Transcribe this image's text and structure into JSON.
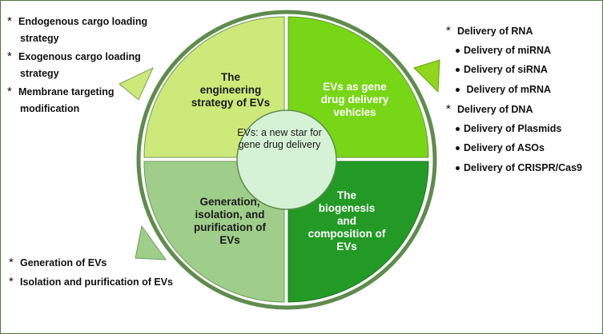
{
  "colors": {
    "ring": "#5f8c4e",
    "quad_tl": "#cde97a",
    "quad_tr": "#77d616",
    "quad_bl": "#9fcd8a",
    "quad_br": "#239a26",
    "center": "#d6f2d6",
    "arrow_tl": "#cde97a",
    "arrow_tr": "#8fd61c",
    "arrow_bl": "#9fcd8a"
  },
  "center_label": "EVs: a new star for gene drug delivery",
  "quadrants": {
    "top_left": [
      "The",
      "engineering",
      "strategy of EVs"
    ],
    "top_right": [
      "EVs as gene",
      "drug delivery",
      "vehicles"
    ],
    "bottom_left": [
      "Generation,",
      "isolation, and",
      "purification of",
      "EVs"
    ],
    "bottom_right": [
      "The",
      "biogenesis",
      "and",
      "composition of",
      "EVs"
    ]
  },
  "lists": {
    "top_left": [
      {
        "marker": "asterisk",
        "text": "Endogenous cargo loading"
      },
      {
        "marker": "none",
        "text": "strategy"
      },
      {
        "marker": "asterisk",
        "text": "Exogenous cargo loading"
      },
      {
        "marker": "none",
        "text": "strategy"
      },
      {
        "marker": "asterisk",
        "text": "Membrane targeting"
      },
      {
        "marker": "none",
        "text": "modification"
      }
    ],
    "top_right": [
      {
        "marker": "asterisk",
        "text": "Delivery of RNA"
      },
      {
        "marker": "bullet",
        "text": "Delivery of miRNA"
      },
      {
        "marker": "bullet",
        "text": "Delivery of siRNA"
      },
      {
        "marker": "bullet",
        "text": " Delivery of mRNA"
      },
      {
        "marker": "asterisk",
        "text": "Delivery of DNA"
      },
      {
        "marker": "bullet",
        "text": "Delivery of Plasmids"
      },
      {
        "marker": "bullet",
        "text": "Delivery of ASOs"
      },
      {
        "marker": "bullet",
        "text": "Delivery of  CRISPR/Cas9"
      }
    ],
    "bottom_left": [
      {
        "marker": "asterisk",
        "text": "Generation of EVs"
      },
      {
        "marker": "asterisk",
        "text": "Isolation and purification of EVs"
      }
    ]
  }
}
